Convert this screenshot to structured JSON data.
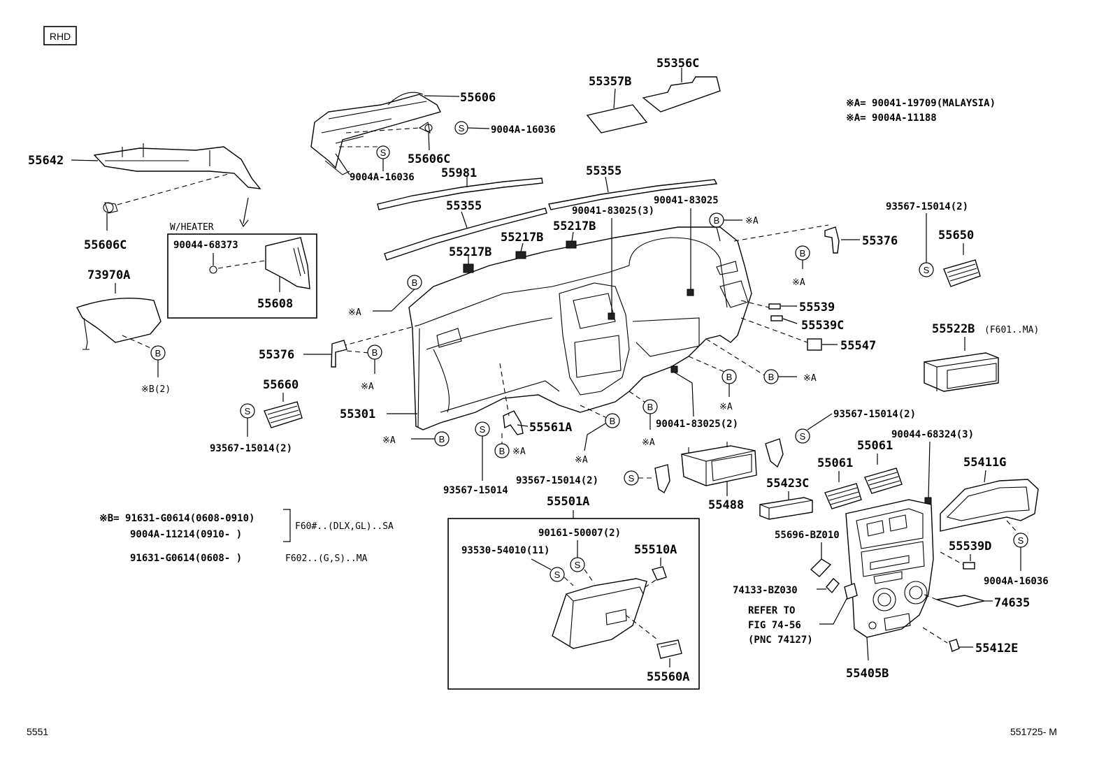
{
  "labels": {
    "rhd": "RHD",
    "p55606": "55606",
    "s9004a_16036_a": "9004A-16036",
    "p55606c_top": "55606C",
    "s9004a_16036_b": "9004A-16036",
    "p55642": "55642",
    "p55981": "55981",
    "p55355_a": "55355",
    "p55355_b": "55355",
    "p55357b": "55357B",
    "p55356c": "55356C",
    "noteA1": "※A= 90041-19709(MALAYSIA)",
    "noteA2": "※A= 9004A-11188",
    "p55606c_left": "55606C",
    "w_heater": "W/HEATER",
    "p90044_68373": "90044-68373",
    "p55608": "55608",
    "p73970a": "73970A",
    "xb2": "※B(2)",
    "p90041_83025_3": "90041-83025(3)",
    "p90041_83025": "90041-83025",
    "p55217b_a": "55217B",
    "p55217b_b": "55217B",
    "p55217b_c": "55217B",
    "xa": "※A",
    "p55376_r": "55376",
    "p93567_15014_2_r": "93567-15014(2)",
    "p55650": "55650",
    "p55539": "55539",
    "p55539c": "55539C",
    "p55547": "55547",
    "p55522b": "55522B",
    "p55522b_note": "(F601..MA)",
    "p55376_l": "55376",
    "p55660": "55660",
    "p55301": "55301",
    "p93567_15014_2_l": "93567-15014(2)",
    "p55561a": "55561A",
    "p90041_83025_2": "90041-83025(2)",
    "p93567_15014_2_c": "93567-15014(2)",
    "p90044_68324_3": "90044-68324(3)",
    "p55061_a": "55061",
    "p55061_b": "55061",
    "p55411g": "55411G",
    "p93567_15014_2_m": "93567-15014(2)",
    "p93567_15014": "93567-15014",
    "p55488": "55488",
    "p55423c": "55423C",
    "p55501a": "55501A",
    "p90161_50007_2": "90161-50007(2)",
    "p93530_54010_11": "93530-54010(11)",
    "p55510a": "55510A",
    "p55560a": "55560A",
    "p55696_bz010": "55696-BZ010",
    "p74133_bz030": "74133-BZ030",
    "refer1": "REFER TO",
    "refer2": "FIG 74-56",
    "refer3": "(PNC 74127)",
    "p55539d": "55539D",
    "s9004a_16036_c": "9004A-16036",
    "p74635": "74635",
    "p55412e": "55412E",
    "p55405b": "55405B",
    "noteB_a": "※B= 91631-G0614(0608-0910)",
    "noteB_b": "9004A-11214(0910-      )",
    "noteB_c": "91631-G0614(0608-      )",
    "noteB_f60": "F60#..(DLX,GL)..SA",
    "noteB_f602": "F602..(G,S)..MA",
    "bottom_left": "5551",
    "bottom_right": "551725- M",
    "circle_s": "S",
    "circle_b": "B"
  }
}
